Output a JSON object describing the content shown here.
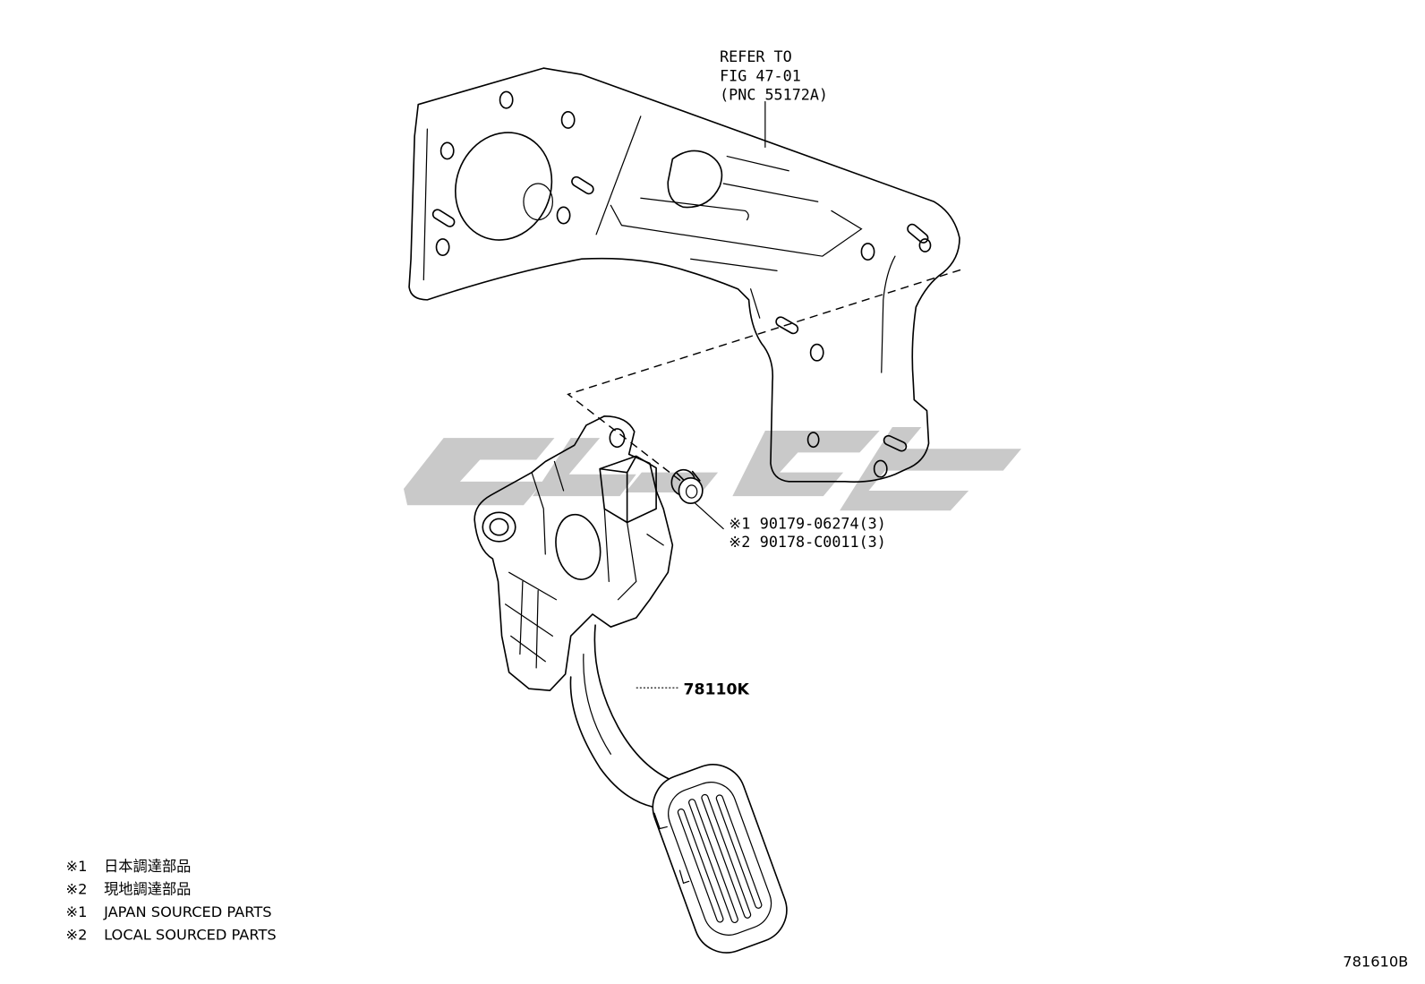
{
  "diagram": {
    "refer_callout": [
      "REFER TO",
      "FIG 47-01",
      "(PNC 55172A)"
    ],
    "nut_callouts": [
      {
        "mark": "※1",
        "part": "90179-06274(3)"
      },
      {
        "mark": "※2",
        "part": "90178-C0011(3)"
      }
    ],
    "pedal_label": "78110K",
    "figure_code": "781610B"
  },
  "notes": [
    {
      "mark": "※1",
      "text": "日本調達部品"
    },
    {
      "mark": "※2",
      "text": "現地調達部品"
    },
    {
      "mark": "※1",
      "text": "JAPAN SOURCED PARTS"
    },
    {
      "mark": "※2",
      "text": "LOCAL SOURCED PARTS"
    }
  ],
  "colors": {
    "line": "#000000",
    "watermark": "#c9c9c9",
    "background": "#ffffff"
  }
}
